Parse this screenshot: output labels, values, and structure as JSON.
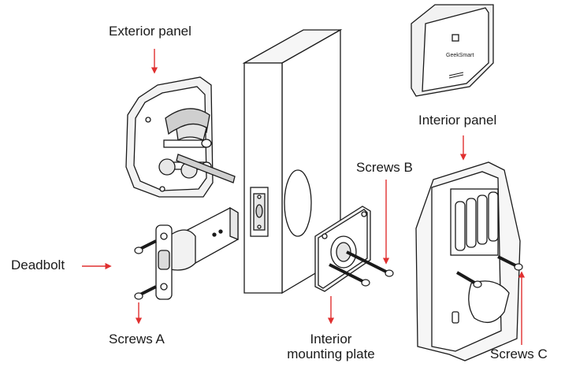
{
  "labels": {
    "exterior_panel": "Exterior panel",
    "interior_panel": "Interior panel",
    "screws_b": "Screws B",
    "deadbolt": "Deadbolt",
    "screws_a": "Screws A",
    "interior_mounting_plate_line1": "Interior",
    "interior_mounting_plate_line2": "mounting plate",
    "screws_c": "Screws C"
  },
  "brand_text": "GeekSmart",
  "colors": {
    "line": "#1a1a1a",
    "arrow": "#e03030",
    "fill_light": "#f2f2f2",
    "fill_mid": "#cfcfcf",
    "background": "#ffffff"
  }
}
